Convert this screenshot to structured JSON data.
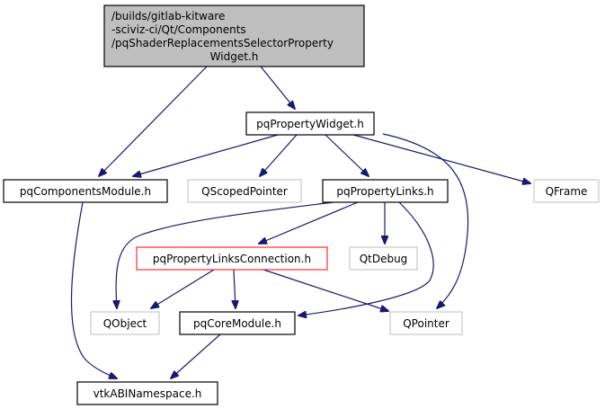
{
  "graph": {
    "type": "include-dependency-graph",
    "edge_color": "#191970",
    "nodes": [
      {
        "id": "root",
        "lines": [
          "/builds/gitlab-kitware",
          "-sciviz-ci/Qt/Components",
          "/pqShaderReplacementsSelectorProperty",
          "Widget.h"
        ],
        "style": "root",
        "fill": "#bfbfbf",
        "stroke": "#000000"
      },
      {
        "id": "pqPropertyWidget",
        "lines": [
          "pqPropertyWidget.h"
        ],
        "style": "normal",
        "fill": "#ffffff",
        "stroke": "#000000"
      },
      {
        "id": "pqComponentsModule",
        "lines": [
          "pqComponentsModule.h"
        ],
        "style": "normal",
        "fill": "#ffffff",
        "stroke": "#000000"
      },
      {
        "id": "QScopedPointer",
        "lines": [
          "QScopedPointer"
        ],
        "style": "external",
        "fill": "#ffffff",
        "stroke": "#bfbfbf"
      },
      {
        "id": "pqPropertyLinks",
        "lines": [
          "pqPropertyLinks.h"
        ],
        "style": "normal",
        "fill": "#ffffff",
        "stroke": "#000000"
      },
      {
        "id": "QFrame",
        "lines": [
          "QFrame"
        ],
        "style": "external",
        "fill": "#ffffff",
        "stroke": "#bfbfbf"
      },
      {
        "id": "pqPropertyLinksConnection",
        "lines": [
          "pqPropertyLinksConnection.h"
        ],
        "style": "highlight",
        "fill": "#ffffff",
        "stroke": "#ff0000"
      },
      {
        "id": "QtDebug",
        "lines": [
          "QtDebug"
        ],
        "style": "external",
        "fill": "#ffffff",
        "stroke": "#bfbfbf"
      },
      {
        "id": "QObject",
        "lines": [
          "QObject"
        ],
        "style": "external",
        "fill": "#ffffff",
        "stroke": "#bfbfbf"
      },
      {
        "id": "pqCoreModule",
        "lines": [
          "pqCoreModule.h"
        ],
        "style": "normal",
        "fill": "#ffffff",
        "stroke": "#000000"
      },
      {
        "id": "QPointer",
        "lines": [
          "QPointer"
        ],
        "style": "external",
        "fill": "#ffffff",
        "stroke": "#bfbfbf"
      },
      {
        "id": "vtkABINamespace",
        "lines": [
          "vtkABINamespace.h"
        ],
        "style": "normal",
        "fill": "#ffffff",
        "stroke": "#000000"
      }
    ],
    "edges": [
      {
        "from": "root",
        "to": "pqComponentsModule"
      },
      {
        "from": "root",
        "to": "pqPropertyWidget"
      },
      {
        "from": "pqPropertyWidget",
        "to": "pqComponentsModule"
      },
      {
        "from": "pqPropertyWidget",
        "to": "QScopedPointer"
      },
      {
        "from": "pqPropertyWidget",
        "to": "pqPropertyLinks"
      },
      {
        "from": "pqPropertyWidget",
        "to": "QFrame"
      },
      {
        "from": "pqPropertyWidget",
        "to": "QPointer"
      },
      {
        "from": "pqComponentsModule",
        "to": "vtkABINamespace"
      },
      {
        "from": "pqPropertyLinks",
        "to": "QObject"
      },
      {
        "from": "pqPropertyLinks",
        "to": "pqPropertyLinksConnection"
      },
      {
        "from": "pqPropertyLinks",
        "to": "QtDebug"
      },
      {
        "from": "pqPropertyLinks",
        "to": "pqCoreModule"
      },
      {
        "from": "pqPropertyLinksConnection",
        "to": "QObject"
      },
      {
        "from": "pqPropertyLinksConnection",
        "to": "pqCoreModule"
      },
      {
        "from": "pqPropertyLinksConnection",
        "to": "QPointer"
      },
      {
        "from": "pqCoreModule",
        "to": "vtkABINamespace"
      }
    ]
  }
}
